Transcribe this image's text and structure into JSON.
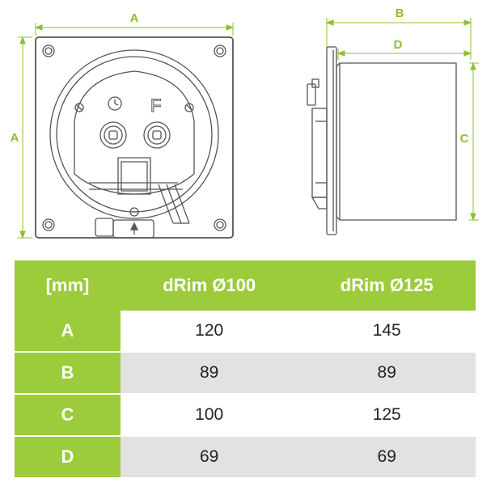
{
  "drawing": {
    "front_labels": {
      "width": "A",
      "height": "A"
    },
    "side_labels": {
      "depth_total": "B",
      "duct_depth": "D",
      "duct_diameter": "C"
    },
    "glyph_f": "F",
    "accent_color": "#9ccb3b",
    "line_color": "#555555"
  },
  "table": {
    "headers": [
      "[mm]",
      "dRim Ø100",
      "dRim Ø125"
    ],
    "rows": [
      {
        "label": "A",
        "values": [
          "120",
          "145"
        ]
      },
      {
        "label": "B",
        "values": [
          "89",
          "89"
        ]
      },
      {
        "label": "C",
        "values": [
          "100",
          "125"
        ]
      },
      {
        "label": "D",
        "values": [
          "69",
          "69"
        ]
      }
    ]
  }
}
